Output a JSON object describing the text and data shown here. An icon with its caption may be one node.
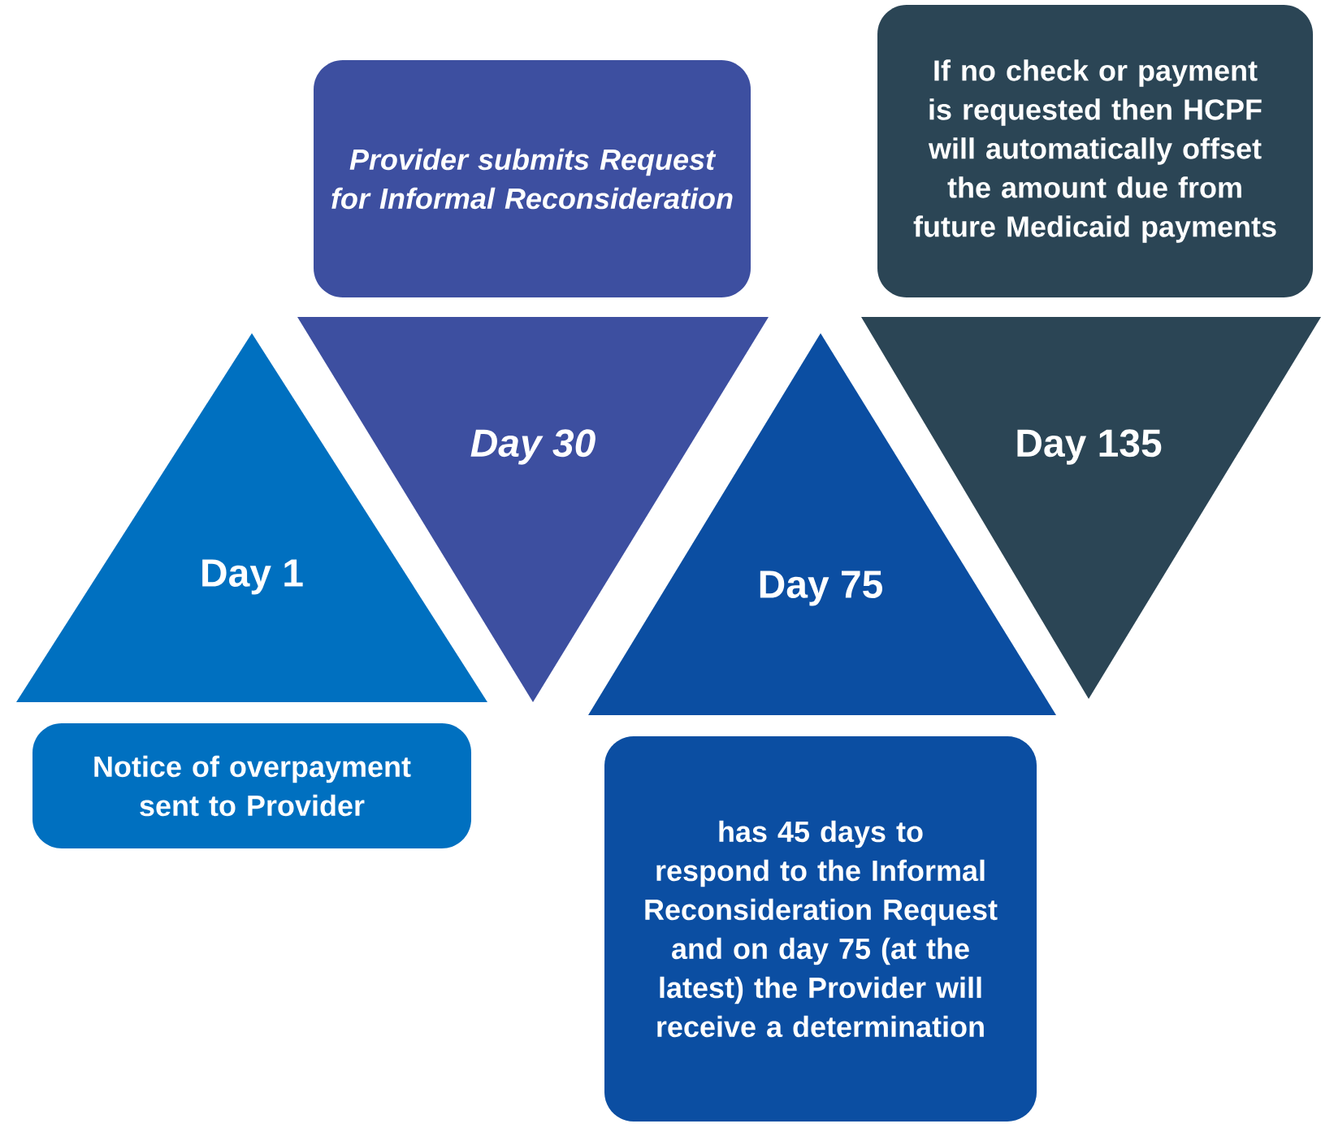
{
  "diagram": {
    "nodes": [
      {
        "text": [
          "Day 1"
        ]
      },
      {
        "text": [
          "Notice of overpayment sent to Provider"
        ]
      },
      {
        "text": [
          "Provider submits Request for Informal Reconsideration"
        ]
      },
      {
        "text": [
          "Day 30"
        ]
      },
      {
        "text": [
          "Day 75"
        ]
      },
      {
        "text": [
          "has 45 days to respond to the Informal Reconsideration Request and on day 75 (at the latest) the Provider will receive a determination"
        ]
      },
      {
        "text": [
          "If no check or payment is requested then HCPF will automatically offset the amount due from future Medicaid payments"
        ]
      },
      {
        "text": [
          "Day 135"
        ]
      }
    ]
  }
}
